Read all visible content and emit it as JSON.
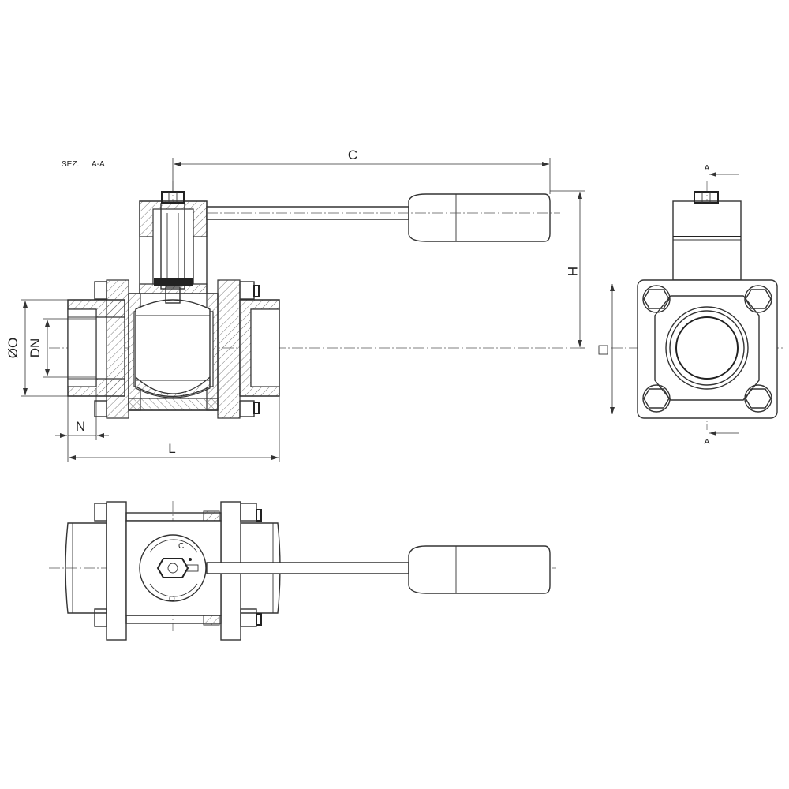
{
  "section_label": "SEZ.",
  "section_name": "A-A",
  "dimensions": {
    "C": "C",
    "H": "H",
    "OD": "ØO",
    "DN": "DN",
    "N": "N",
    "L": "L"
  },
  "section_arrow_top": "A",
  "section_arrow_bottom": "A",
  "top_view": {
    "open_mark": "C",
    "close_mark": "O"
  }
}
